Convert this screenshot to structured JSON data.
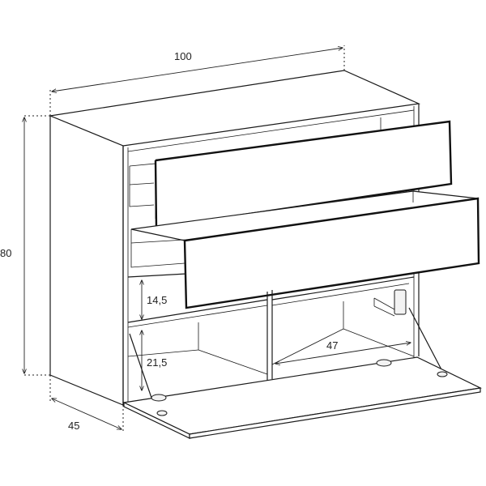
{
  "dimensions": {
    "width": "100",
    "height": "80",
    "depth": "45",
    "upper_shelf_gap": "14,5",
    "lower_shelf_gap": "21,5",
    "inner_width": "47"
  }
}
